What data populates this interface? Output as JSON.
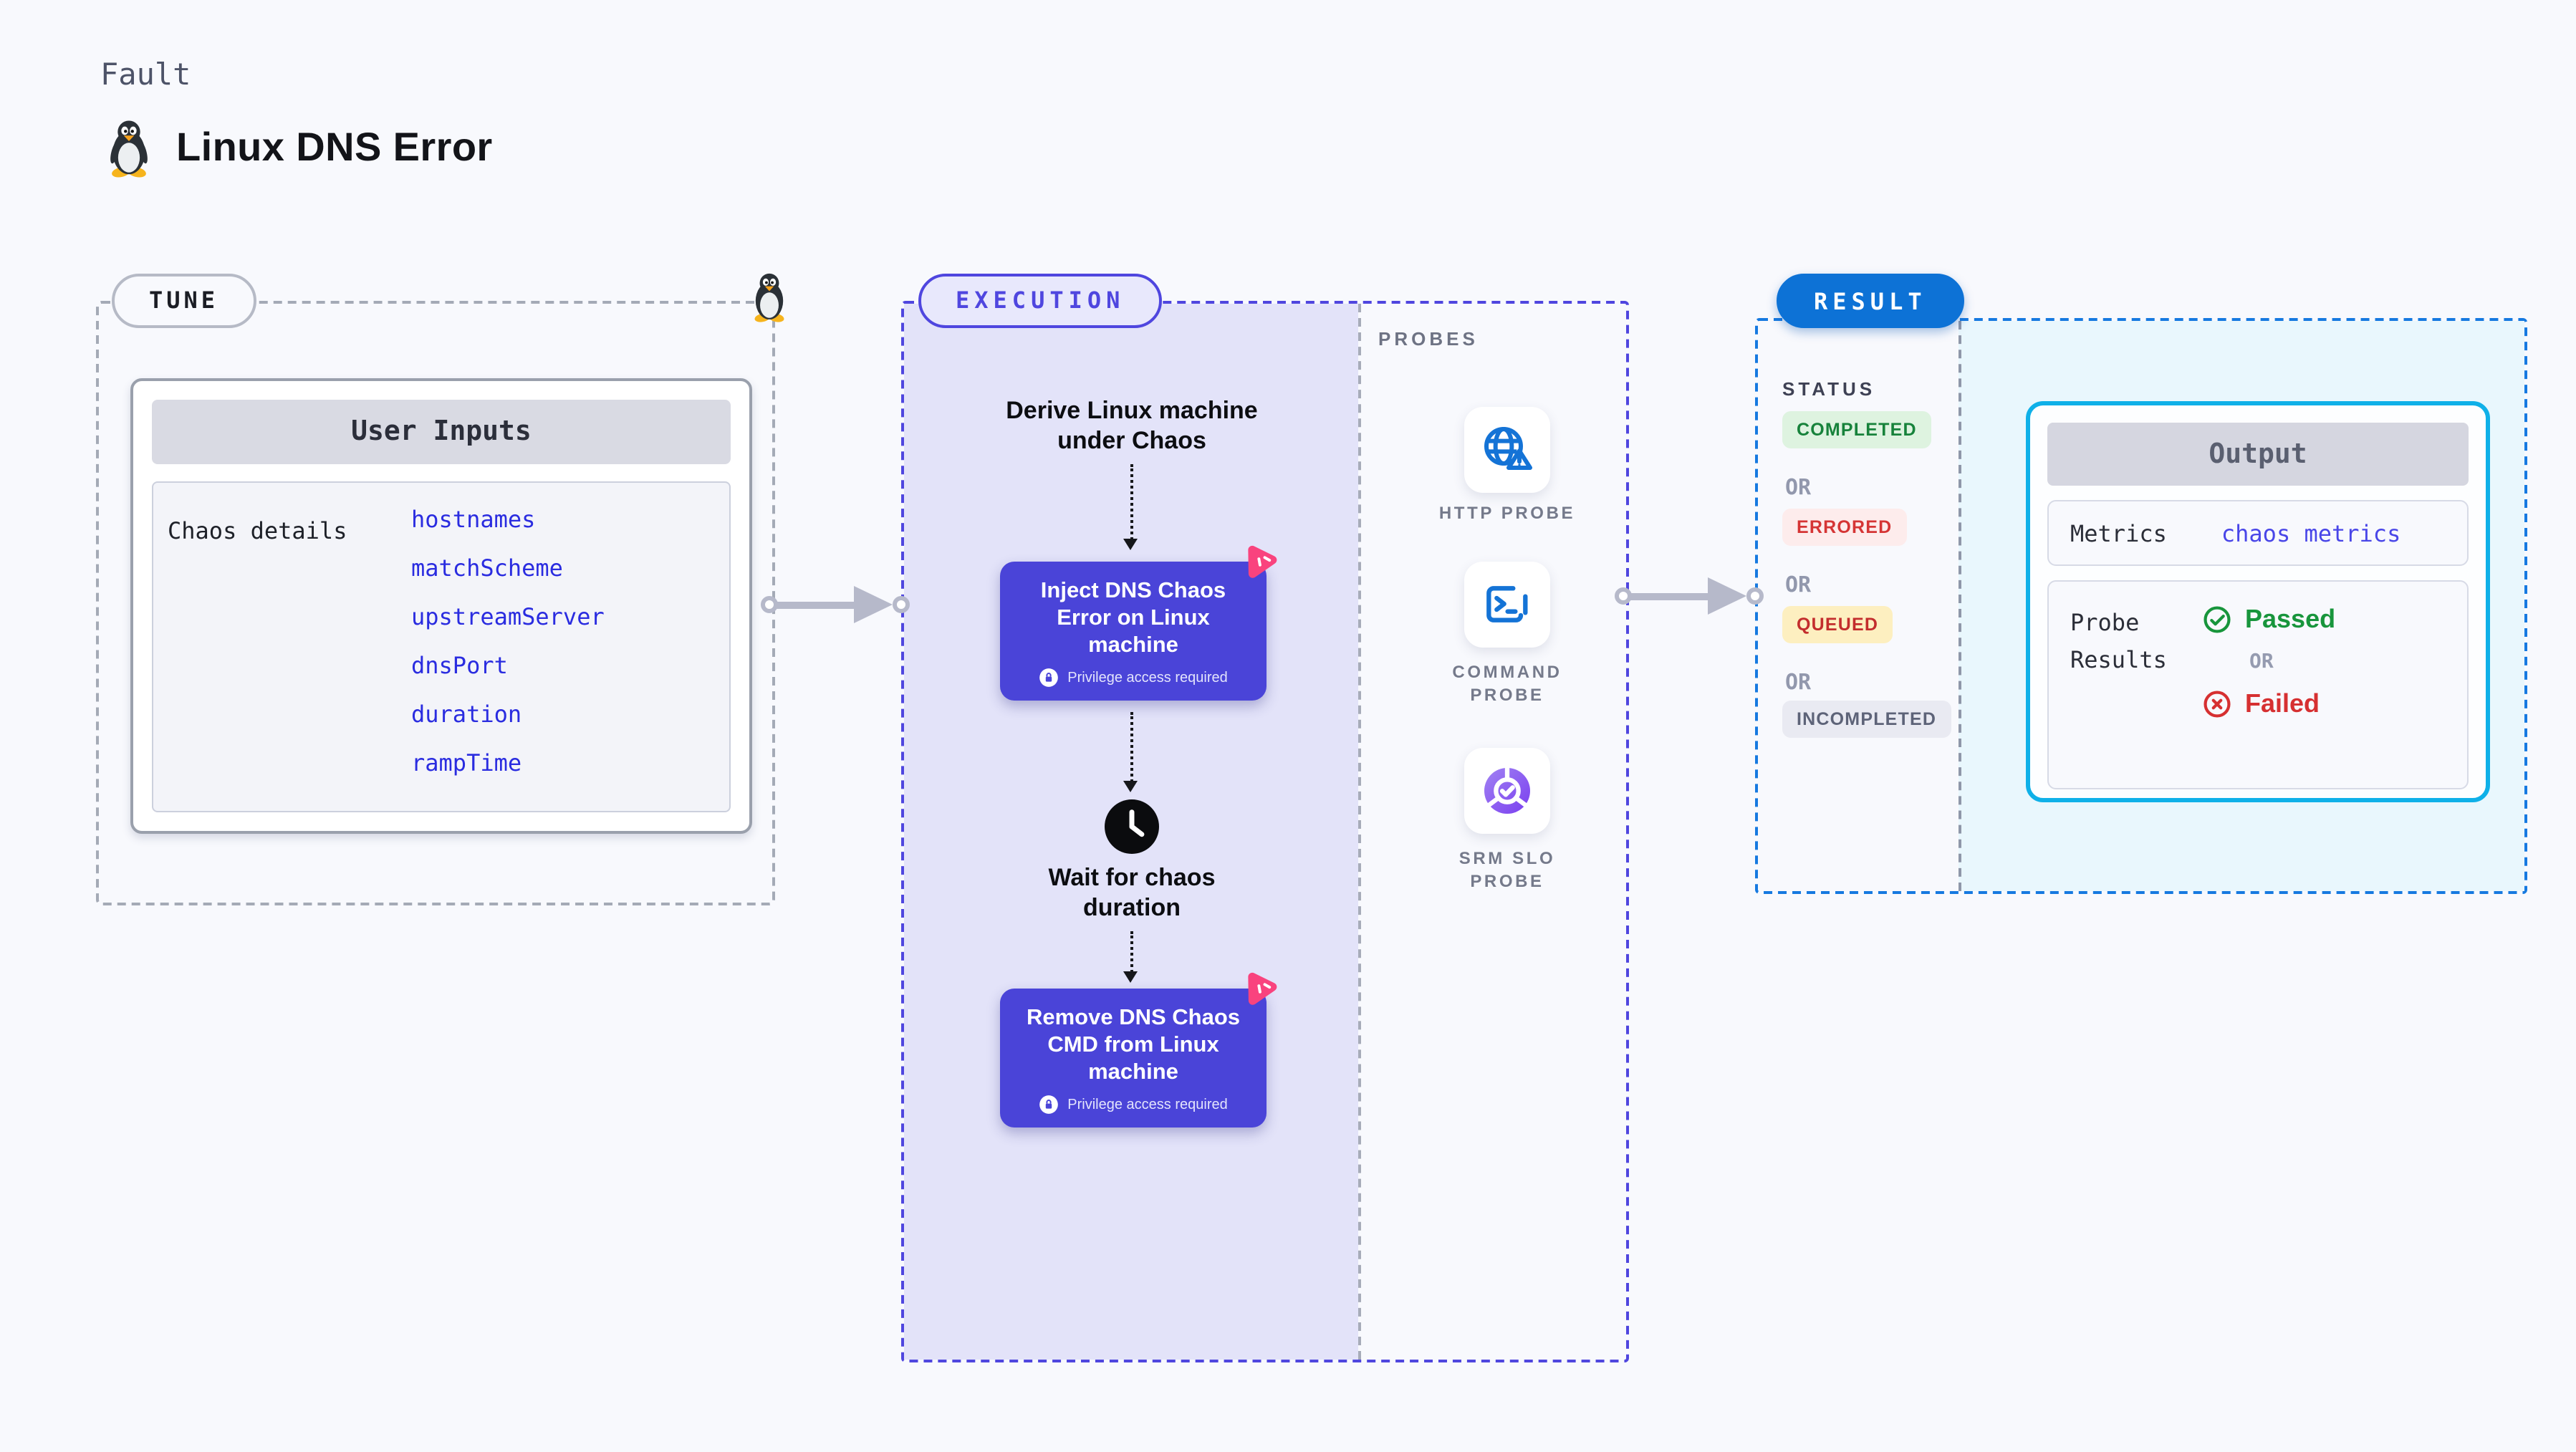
{
  "page": {
    "kicker": "Fault",
    "title": "Linux DNS Error"
  },
  "tune": {
    "label": "TUNE",
    "card_title": "User Inputs",
    "row_label": "Chaos details",
    "params": [
      "hostnames",
      "matchScheme",
      "upstreamServer",
      "dnsPort",
      "duration",
      "rampTime"
    ]
  },
  "execution": {
    "label": "EXECUTION",
    "derive_step": "Derive Linux machine under Chaos",
    "inject_step": {
      "title": "Inject DNS Chaos Error on Linux machine",
      "badge": "Privilege access required"
    },
    "wait_step": "Wait for chaos duration",
    "remove_step": {
      "title": "Remove DNS Chaos CMD from Linux machine",
      "badge": "Privilege access required"
    }
  },
  "probes": {
    "label": "PROBES",
    "items": [
      {
        "name": "HTTP PROBE",
        "icon": "globe-warning-icon"
      },
      {
        "name": "COMMAND PROBE",
        "icon": "terminal-icon"
      },
      {
        "name": "SRM SLO PROBE",
        "icon": "donut-check-icon"
      }
    ]
  },
  "result": {
    "label": "RESULT",
    "status_heading": "STATUS",
    "or_label": "OR",
    "statuses": [
      {
        "label": "COMPLETED",
        "fg": "#17823b",
        "bg": "#def3e0"
      },
      {
        "label": "ERRORED",
        "fg": "#d53535",
        "bg": "#fdecec"
      },
      {
        "label": "QUEUED",
        "fg": "#c32d2d",
        "bg": "#fdefc0"
      },
      {
        "label": "INCOMPLETED",
        "fg": "#5d6378",
        "bg": "#e9eaf2"
      }
    ],
    "output": {
      "title": "Output",
      "metrics_label": "Metrics",
      "metrics_value": "chaos metrics",
      "probe_results_label": "Probe Results",
      "passed": "Passed",
      "or_label": "OR",
      "failed": "Failed"
    }
  },
  "colors": {
    "accent_indigo": "#4a44d8",
    "execution_border": "#4f46df",
    "execution_fill": "#e3e3f9",
    "result_pill_blue": "#0d72d6",
    "result_border": "#1679e0",
    "result_fill": "#e9f7fd",
    "output_border": "#0fb0e8",
    "passed_green": "#18953c",
    "failed_red": "#d63031",
    "param_link_blue": "#2a2ce0",
    "chaos_pink": "#f9437e",
    "probe_icon_blue": "#1473d6",
    "srm_purple": "#7a3ff0"
  }
}
